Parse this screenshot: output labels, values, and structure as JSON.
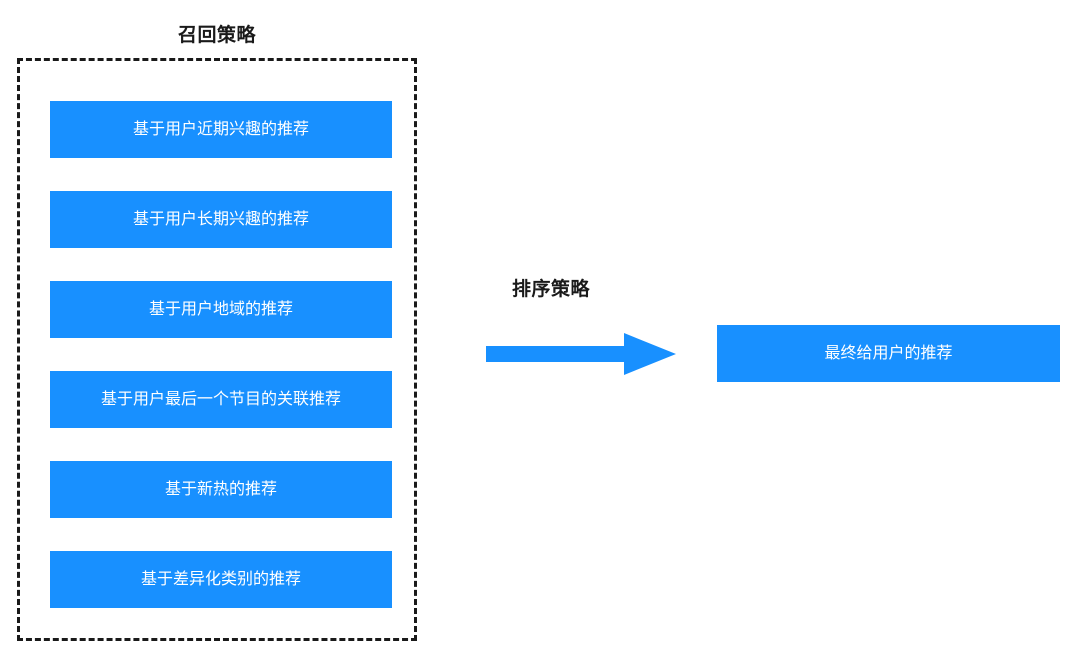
{
  "diagram": {
    "type": "flow-diagram",
    "background_color": "#ffffff",
    "accent_color": "#1890ff",
    "border_color": "#1a1a1a",
    "text_on_accent_color": "#ffffff"
  },
  "recall_group": {
    "title": "召回策略",
    "border_style": "dashed",
    "strategies": [
      {
        "label": "基于用户近期兴趣的推荐"
      },
      {
        "label": "基于用户长期兴趣的推荐"
      },
      {
        "label": "基于用户地域的推荐"
      },
      {
        "label": "基于用户最后一个节目的关联推荐"
      },
      {
        "label": "基于新热的推荐"
      },
      {
        "label": "基于差异化类别的推荐"
      }
    ]
  },
  "ranking": {
    "title": "排序策略",
    "arrow_icon": "arrow-right-icon",
    "arrow_color": "#1890ff",
    "direction": "left-to-right"
  },
  "output": {
    "label": "最终给用户的推荐"
  }
}
